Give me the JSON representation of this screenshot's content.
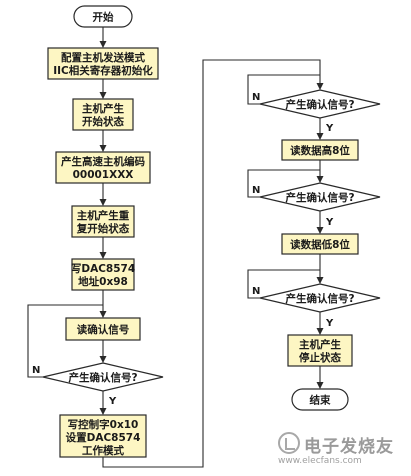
{
  "nodes": {
    "start": "开始",
    "config_master": [
      "配置主机发送模式",
      "IIC相关寄存器初始化"
    ],
    "master_start": [
      "主机产生",
      "开始状态"
    ],
    "hs_code": [
      "产生高速主机编码",
      "00001XXX"
    ],
    "repeated_start": [
      "主机产生重",
      "复开始状态"
    ],
    "write_addr": [
      "写DAC8574",
      "地址0x98"
    ],
    "read_ack": "读确认信号",
    "ack_check_left": "产生确认信号?",
    "write_ctrl": [
      "写控制字0x10",
      "设置DAC8574",
      "工作模式"
    ],
    "ack_check_1": "产生确认信号?",
    "read_high": "读数据高8位",
    "ack_check_2": "产生确认信号?",
    "read_low": "读数据低8位",
    "ack_check_3": "产生确认信号?",
    "master_stop": [
      "主机产生",
      "停止状态"
    ],
    "end": "结束"
  },
  "edge_labels": {
    "yes": "Y",
    "no": "N"
  },
  "watermark": {
    "main": "电子发烧友",
    "sub": "www.elecfans.com"
  }
}
